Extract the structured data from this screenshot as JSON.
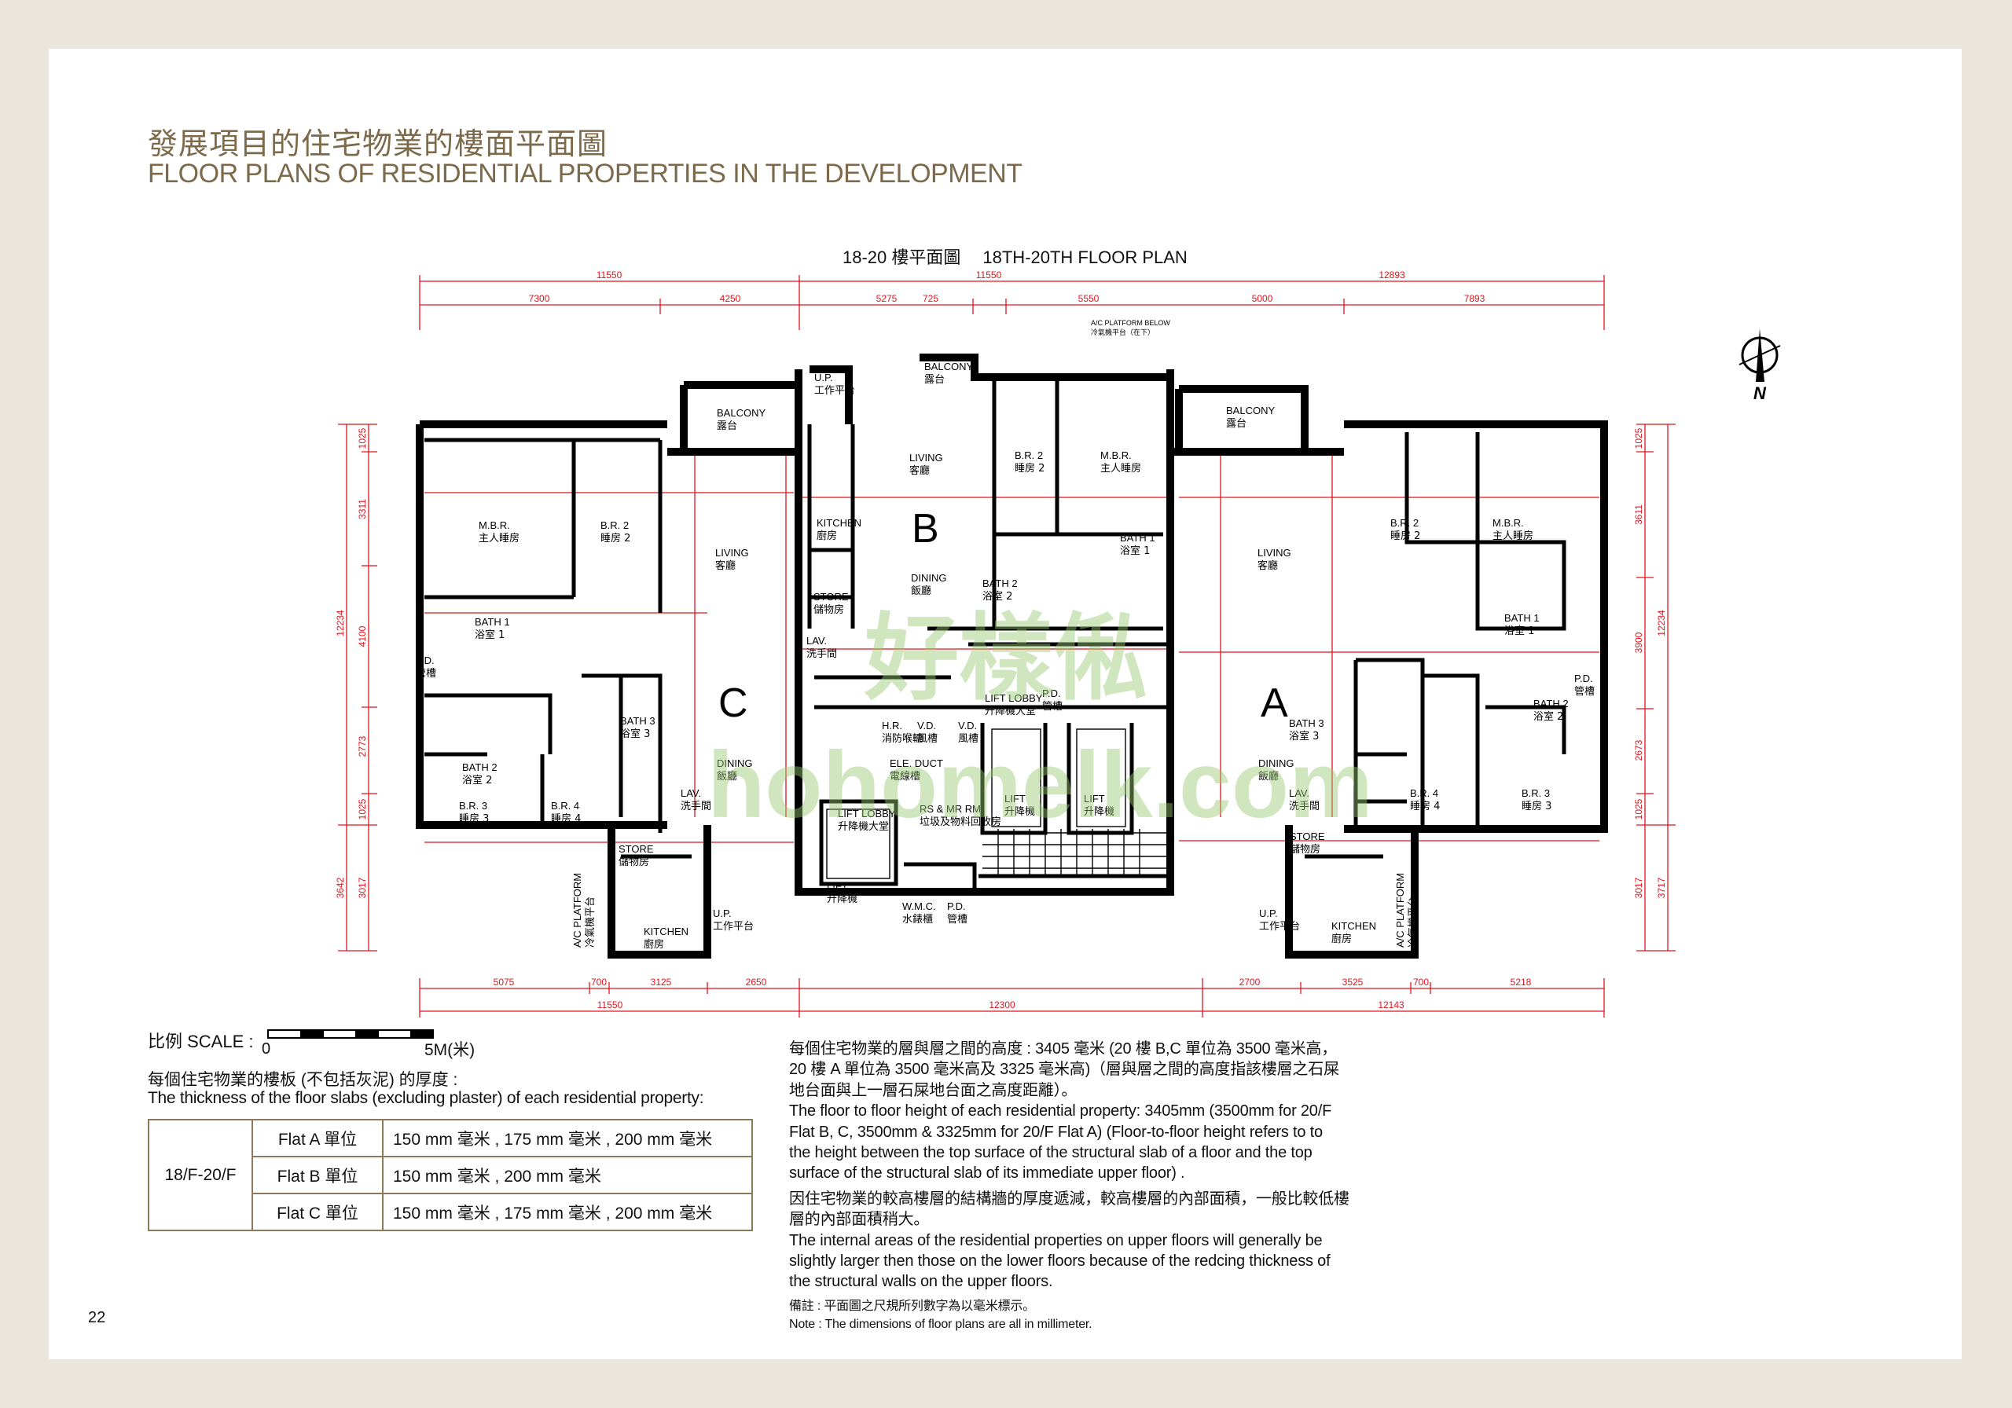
{
  "header": {
    "title_zh": "發展項目的住宅物業的樓面平面圖",
    "title_en": "FLOOR PLANS OF RESIDENTIAL PROPERTIES IN THE DEVELOPMENT"
  },
  "plan": {
    "title_zh": "18-20 樓平面圖",
    "title_en": "18TH-20TH FLOOR PLAN",
    "unit_letters": [
      "C",
      "B",
      "A"
    ],
    "north_label": "N",
    "rooms": [
      {
        "en": "M.B.R.",
        "zh": "主人睡房"
      },
      {
        "en": "B.R. 2",
        "zh": "睡房 2"
      },
      {
        "en": "LIVING",
        "zh": "客廳"
      },
      {
        "en": "BATH 1",
        "zh": "浴室 1"
      },
      {
        "en": "P.D.",
        "zh": "管槽"
      },
      {
        "en": "BATH 2",
        "zh": "浴室 2"
      },
      {
        "en": "B.R. 3",
        "zh": "睡房 3"
      },
      {
        "en": "B.R. 4",
        "zh": "睡房 4"
      },
      {
        "en": "BATH 3",
        "zh": "浴室 3"
      },
      {
        "en": "DINING",
        "zh": "飯廳"
      },
      {
        "en": "LAV.",
        "zh": "洗手間"
      },
      {
        "en": "STORE",
        "zh": "儲物房"
      },
      {
        "en": "KITCHEN",
        "zh": "廚房"
      },
      {
        "en": "U.P.",
        "zh": "工作平台"
      },
      {
        "en": "BALCONY",
        "zh": "露台"
      },
      {
        "en": "A/C PLATFORM",
        "zh": "冷氣機平台"
      },
      {
        "en": "U.P.",
        "zh": "工作平台"
      },
      {
        "en": "BALCONY",
        "zh": "露台"
      },
      {
        "en": "LIVING",
        "zh": "客廳"
      },
      {
        "en": "DINING",
        "zh": "飯廳"
      },
      {
        "en": "KITCHEN",
        "zh": "廚房"
      },
      {
        "en": "STORE",
        "zh": "儲物房"
      },
      {
        "en": "LAV.",
        "zh": "洗手間"
      },
      {
        "en": "B.R. 2",
        "zh": "睡房 2"
      },
      {
        "en": "M.B.R.",
        "zh": "主人睡房"
      },
      {
        "en": "BATH 1",
        "zh": "浴室 1"
      },
      {
        "en": "BATH 2",
        "zh": "浴室 2"
      },
      {
        "en": "LIFT LOBBY",
        "zh": "升降機大堂"
      },
      {
        "en": "P.D.",
        "zh": "管槽"
      },
      {
        "en": "H.R.",
        "zh": "消防喉轆"
      },
      {
        "en": "V.D.",
        "zh": "風槽"
      },
      {
        "en": "V.D.",
        "zh": "風槽"
      },
      {
        "en": "ELE. DUCT",
        "zh": "電線槽"
      },
      {
        "en": "LIFT LOBBY",
        "zh": "升降機大堂"
      },
      {
        "en": "RS & MR RM.",
        "zh": "垃圾及物料回收房"
      },
      {
        "en": "LIFT",
        "zh": "升降機"
      },
      {
        "en": "LIFT",
        "zh": "升降機"
      },
      {
        "en": "LIFT",
        "zh": "升降機"
      },
      {
        "en": "W.M.C.",
        "zh": "水錶櫃"
      },
      {
        "en": "P.D.",
        "zh": "管槽"
      },
      {
        "en": "BALCONY",
        "zh": "露台"
      },
      {
        "en": "LIVING",
        "zh": "客廳"
      },
      {
        "en": "B.R. 2",
        "zh": "睡房 2"
      },
      {
        "en": "M.B.R.",
        "zh": "主人睡房"
      },
      {
        "en": "BATH 1",
        "zh": "浴室 1"
      },
      {
        "en": "BATH 2",
        "zh": "浴室 2"
      },
      {
        "en": "P.D.",
        "zh": "管槽"
      },
      {
        "en": "BATH 3",
        "zh": "浴室 3"
      },
      {
        "en": "DINING",
        "zh": "飯廳"
      },
      {
        "en": "LAV.",
        "zh": "洗手間"
      },
      {
        "en": "STORE",
        "zh": "儲物房"
      },
      {
        "en": "B.R. 4",
        "zh": "睡房 4"
      },
      {
        "en": "B.R. 3",
        "zh": "睡房 3"
      },
      {
        "en": "KITCHEN",
        "zh": "廚房"
      },
      {
        "en": "U.P.",
        "zh": "工作平台"
      },
      {
        "en": "A/C PLATFORM",
        "zh": "冷氣機平台"
      },
      {
        "en": "A/C PLATFORM BELOW",
        "zh": "冷氣機平台（在下）"
      }
    ],
    "dims": {
      "top_overall": [
        "11550",
        "11550",
        "12893"
      ],
      "top_sub": [
        "7300",
        "4250",
        "5275",
        "725",
        "5550",
        "5000",
        "7893"
      ],
      "bottom_sub": [
        "5075",
        "700",
        "3125",
        "2650",
        "2700",
        "3525",
        "700",
        "5218"
      ],
      "bottom_overall": [
        "11550",
        "12300",
        "12143"
      ],
      "left_outer": [
        "12234",
        "3642"
      ],
      "left_inner": [
        "1025",
        "3311",
        "4100",
        "2773",
        "1025",
        "3017"
      ],
      "right_inner": [
        "1025",
        "3611",
        "3900",
        "2673",
        "1025",
        "3017"
      ],
      "right_outer": [
        "12234",
        "3717"
      ]
    }
  },
  "watermark": {
    "brand_zh": "好樣俬",
    "site": "hohomelk.com"
  },
  "scale": {
    "label": "比例 SCALE :",
    "start": "0",
    "end": "5M(米)"
  },
  "slab": {
    "heading_zh": "每個住宅物業的樓板 (不包括灰泥) 的厚度 :",
    "heading_en": "The thickness of the floor slabs (excluding plaster) of each residential property:",
    "floor": "18/F-20/F",
    "rows": [
      {
        "flat": "Flat A 單位",
        "thickness": "150 mm 毫米 , 175 mm 毫米 , 200 mm 毫米"
      },
      {
        "flat": "Flat B 單位",
        "thickness": "150 mm 毫米 , 200 mm 毫米"
      },
      {
        "flat": "Flat C 單位",
        "thickness": "150 mm 毫米 , 175 mm 毫米 , 200 mm 毫米"
      }
    ]
  },
  "notes": {
    "height_zh": [
      "每個住宅物業的層與層之間的高度 : 3405 毫米 (20 樓 B,C 單位為 3500 毫米高，",
      "20 樓 A 單位為 3500 毫米高及 3325 毫米高)（層與層之間的高度指該樓層之石屎",
      "地台面與上一層石屎地台面之高度距離）。"
    ],
    "height_en": [
      "The floor to floor height of each residential property: 3405mm (3500mm for 20/F",
      "Flat B, C, 3500mm & 3325mm for 20/F Flat A)  (Floor-to-floor height refers to to",
      "the height between the top surface of the structural slab of a floor and the top",
      "surface of the structural slab of its immediate upper floor) ."
    ],
    "area_zh": [
      "因住宅物業的較高樓層的結構牆的厚度遞減，較高樓層的內部面積，一般比較低樓",
      "層的內部面積稍大。"
    ],
    "area_en": [
      "The internal areas of the residential properties on upper floors will generally be",
      "slightly larger then those on the lower floors because of the redcing thickness of",
      "the structural walls on the upper floors."
    ],
    "remark_zh": "備註 :  平面圖之尺規所列數字為以毫米標示。",
    "remark_en": "Note : The dimensions of floor plans are all in millimeter."
  },
  "page_number": "22",
  "colors": {
    "title": "#7d6a4b",
    "dimension": "#e0141e",
    "wall": "#000000",
    "table_border": "#8a7a5a"
  }
}
